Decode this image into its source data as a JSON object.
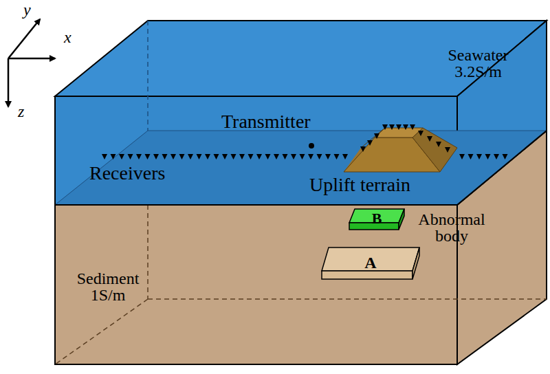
{
  "diagram": {
    "nodes": [
      {
        "text": [
          "B"
        ]
      },
      {
        "text": [
          "A"
        ]
      }
    ],
    "labels": [
      "y",
      "x",
      "z",
      "Seawater 3.2S/m",
      "Transmitter",
      "Receivers",
      "Uplift terrain",
      "Abnormal body",
      "Sediment 1S/m"
    ]
  }
}
